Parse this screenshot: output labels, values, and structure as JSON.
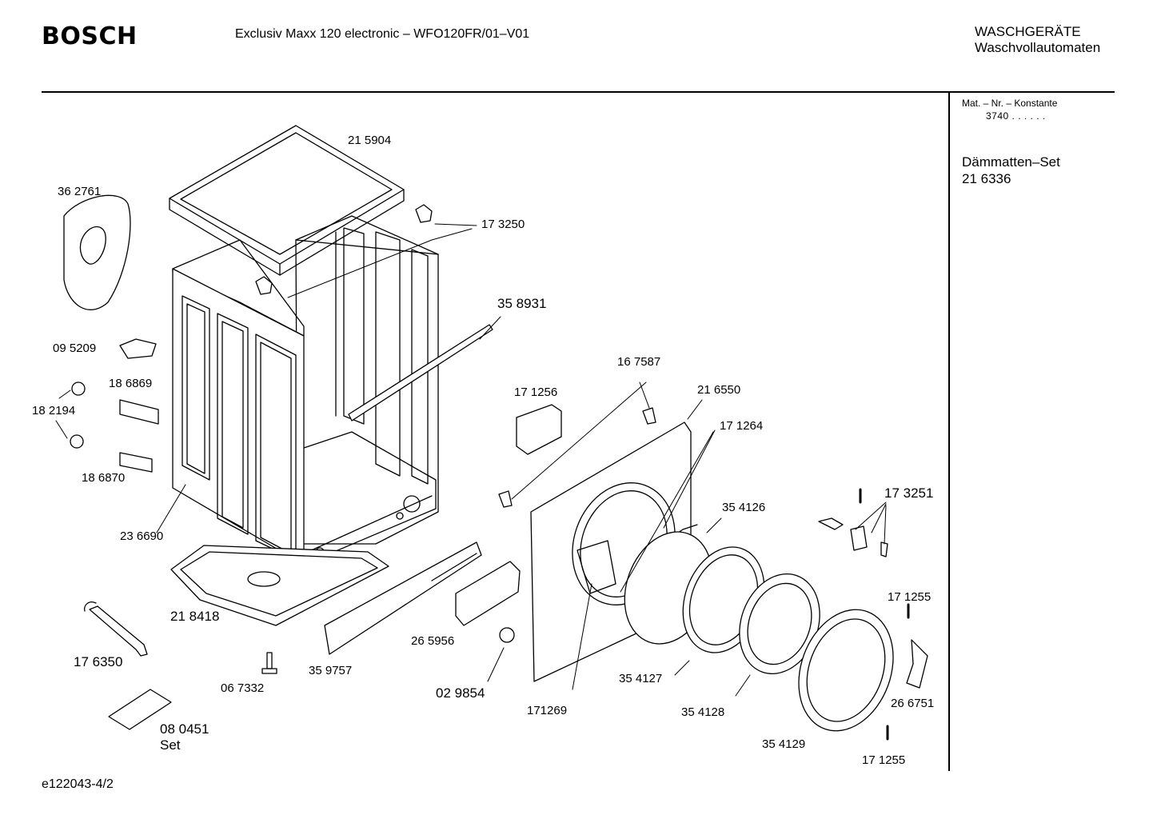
{
  "header": {
    "brand": "BOSCH",
    "model": "Exclusiv Maxx 120 electronic  – WFO120FR/01–V01",
    "category_line1": "WASCHGERÄTE",
    "category_line2": "Waschvollautomaten"
  },
  "sidebar": {
    "mat_label": "Mat. – Nr. – Konstante",
    "mat_value": "3740  .  .    .  .  .  .",
    "set_name": "Dämmatten–Set",
    "set_number": "21 6336"
  },
  "footer": {
    "drawing_id": "e122043-4/2"
  },
  "parts": {
    "p215904": "21 5904",
    "p362761": "36 2761",
    "p173250": "17 3250",
    "p358931": "35 8931",
    "p095209": "09 5209",
    "p186869": "18 6869",
    "p182194": "18 2194",
    "p186870": "18 6870",
    "p236690": "23 6690",
    "p167587": "16 7587",
    "p171256": "17 1256",
    "p216550": "21 6550",
    "p171264": "17 1264",
    "p173251": "17 3251",
    "p354126": "35 4126",
    "p171255a": "17 1255",
    "p218418": "21 8418",
    "p176350": "17 6350",
    "p265956": "26 5956",
    "p067332": "06 7332",
    "p359757": "35 9757",
    "p029854": "02 9854",
    "p171269": "171269",
    "p354127": "35 4127",
    "p354128": "35 4128",
    "p266751": "26 6751",
    "p354129": "35 4129",
    "p171255b": "17 1255",
    "p080451": "08 0451",
    "p080451_set": "Set"
  }
}
